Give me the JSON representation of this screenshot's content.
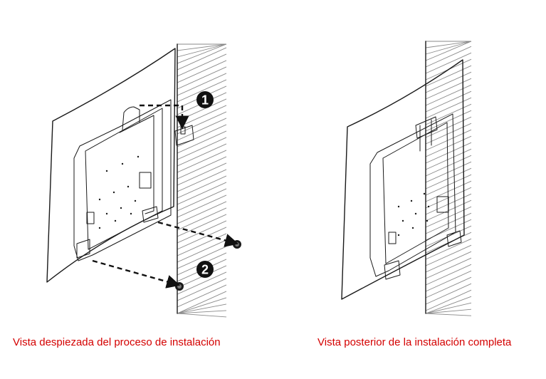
{
  "captions": {
    "exploded_view": "Vista despiezada del proceso de instalación",
    "complete_view": "Vista posterior de la instalación completa"
  },
  "steps": {
    "step1": "1",
    "step2": "2"
  },
  "colors": {
    "caption": "#d40000",
    "line": "#1a1a1a",
    "hatch": "#8a8a8a",
    "badge": "#111111"
  }
}
